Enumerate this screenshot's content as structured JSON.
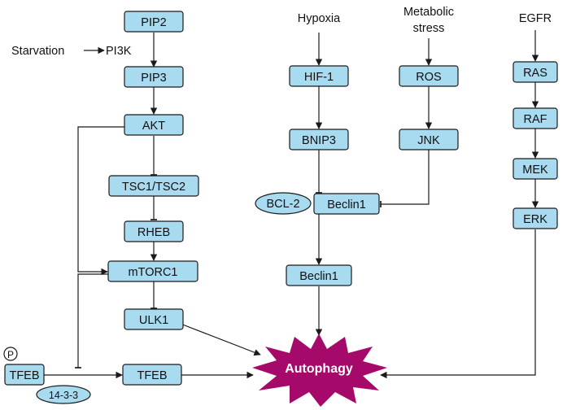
{
  "inputs": {
    "starvation": "Starvation",
    "pi3k": "PI3K",
    "hypoxia": "Hypoxia",
    "metabolic_line1": "Metabolic",
    "metabolic_line2": "stress",
    "egfr": "EGFR"
  },
  "nodes": {
    "pip2": "PIP2",
    "pip3": "PIP3",
    "akt": "AKT",
    "tsc": "TSC1/TSC2",
    "rheb": "RHEB",
    "mtorc1": "mTORC1",
    "ulk1": "ULK1",
    "tfeb_p": "TFEB",
    "tfeb": "TFEB",
    "hif1": "HIF-1",
    "bnip3": "BNIP3",
    "beclin1_complex": "Beclin1",
    "beclin1": "Beclin1",
    "ros": "ROS",
    "jnk": "JNK",
    "ras": "RAS",
    "raf": "RAF",
    "mek": "MEK",
    "erk": "ERK"
  },
  "ovals": {
    "bcl2": "BCL-2",
    "p14_3_3": "14-3-3",
    "phospho": "P"
  },
  "output": {
    "autophagy": "Autophagy"
  },
  "colors": {
    "node_fill": "#a8daf0",
    "outline": "#1a1a1a",
    "autophagy_fill": "#a50a6a",
    "autophagy_text": "#ffffff"
  }
}
